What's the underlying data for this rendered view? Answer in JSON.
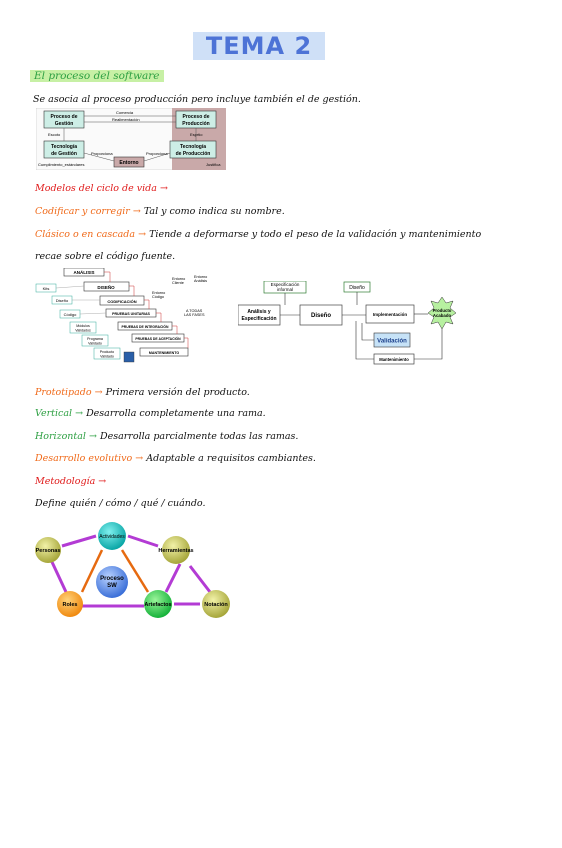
{
  "title": "TEMA 2",
  "section_title": "El proceso del software",
  "intro_line": "Se asocia al proceso  producción pero incluye también el de gestión.",
  "diagram1": {
    "box_gestion": [
      "Proceso de",
      "Gestión"
    ],
    "box_produccion": [
      "Proceso de",
      "Producción"
    ],
    "box_tec_gestion": [
      "Tecnología",
      "de Gestión"
    ],
    "box_tec_produccion": [
      "Tecnología",
      "de Producción"
    ],
    "box_entorno": "Entorno",
    "label_comercia": "Comercia",
    "label_realimentacion": "Realimentación",
    "label_escoto": "Escoto",
    "label_esprtio": "Esprtio",
    "label_proporciona": "Proporciona",
    "label_proporciona2": "Proporciona",
    "label_cumplimiento": "Cumplimiento_estándares",
    "label_justifica": "Justifica"
  },
  "models_title": "Modelos del ciclo de vida",
  "codificar": {
    "term": "Codificar y corregir",
    "text": "Tal y como indica su nombre."
  },
  "clasico": {
    "term": "Clásico o en cascada",
    "text": "Tiende a deformarse y todo el peso de la validación y mantenimiento",
    "text2": "recae sobre el código fuente."
  },
  "diagram2": {
    "analisis": "ANÁLISIS",
    "diseno": "DISEÑO",
    "codificacion": "CODIFICACIÓN",
    "pruebas_unitarias": "PRUEBAS UNITARIAS",
    "pruebas_integracion": "PRUEBAS DE INTEGRACIÓN",
    "pruebas_aceptacion": "PRUEBAS DE ACEPTACIÓN",
    "mantenimiento": "MANTENIMIENTO",
    "kits": "Kits",
    "diseno_small": "Diseño",
    "codigo": "Código",
    "modulos": [
      "Módulos",
      "Validados"
    ],
    "programa": [
      "Programa",
      "Validado"
    ],
    "producto": [
      "Producto",
      "Validado"
    ],
    "entorno_cliente": [
      "Entorno",
      "Cliente"
    ],
    "entorno_codigo": [
      "Entorno",
      "Código"
    ],
    "entorno_analisis": [
      "Entorno",
      "Análisis"
    ],
    "a_todas": [
      "A TODAS",
      "LAS FASES"
    ]
  },
  "diagram3": {
    "especificacion": [
      "Especificación",
      "informal"
    ],
    "diseno_top": "Diseño",
    "analisis": [
      "Análisis y",
      "Especificación"
    ],
    "diseno": "Diseño",
    "implementacion": "Implementación",
    "producto": [
      "Producto",
      "Acabado"
    ],
    "validacion": "Validación",
    "mantenimiento": "Mantenimiento"
  },
  "prototipado": {
    "term": "Prototipado",
    "text": "Primera versión del producto."
  },
  "vertical": {
    "term": "Vertical",
    "text": "Desarrolla completamente una rama."
  },
  "horizontal": {
    "term": "Horizontal",
    "text": "Desarrolla parcialmente todas las ramas."
  },
  "evolutivo": {
    "term": "Desarrollo evolutivo",
    "text": "Adaptable a requisitos cambiantes."
  },
  "metodologia_title": "Metodología",
  "metodologia_text": "Define  quién / cómo / qué / cuándo.",
  "arrow": "→",
  "diagram4": {
    "center": [
      "Proceso",
      "SW"
    ],
    "actividades": "Actividades",
    "personas": "Personas",
    "herramientas": "Herramientas",
    "roles": "Roles",
    "artefactos": "Artefactos",
    "notacion": "Notación"
  },
  "colors": {
    "red": "#e01b1b",
    "orange": "#f06a1a",
    "green": "#2ea043",
    "title_blue": "#4d73d6",
    "title_bg": "#cfe0f7"
  }
}
